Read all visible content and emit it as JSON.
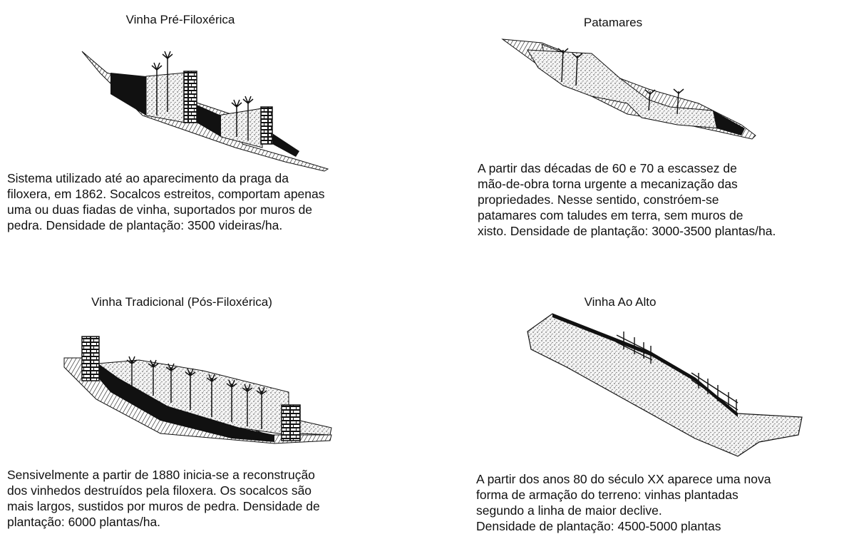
{
  "panels": [
    {
      "title": "Vinha Pré-Filoxérica",
      "caption_lines": [
        "Sistema utilizado até ao aparecimento da praga da",
        "filoxera, em 1862. Socalcos estreitos, comportam apenas",
        "uma ou duas fiadas de vinha, suportados por muros de",
        "pedra. Densidade de plantação: 3500 videiras/ha."
      ]
    },
    {
      "title": "Patamares",
      "caption_lines": [
        "A partir das décadas de 60 e 70 a escassez de",
        "mão-de-obra torna urgente a mecanização das",
        "propriedades. Nesse sentido, constróem-se",
        "patamares com taludes em terra, sem muros de",
        "xisto. Densidade de plantação: 3000-3500 plantas/ha."
      ]
    },
    {
      "title": "Vinha Tradicional (Pós-Filoxérica)",
      "caption_lines": [
        "Sensivelmente a partir de 1880 inicia-se a reconstrução",
        "dos vinhedos destruídos pela filoxera. Os socalcos são",
        "mais largos, sustidos por muros de pedra. Densidade de",
        "plantação: 6000 plantas/ha."
      ]
    },
    {
      "title": "Vinha Ao Alto",
      "caption_lines": [
        "A partir dos anos 80 do século XX aparece uma nova",
        "forma de armação do terreno: vinhas plantadas",
        "segundo a linha de maior declive.",
        "Densidade de plantação: 4500-5000 plantas"
      ]
    }
  ]
}
